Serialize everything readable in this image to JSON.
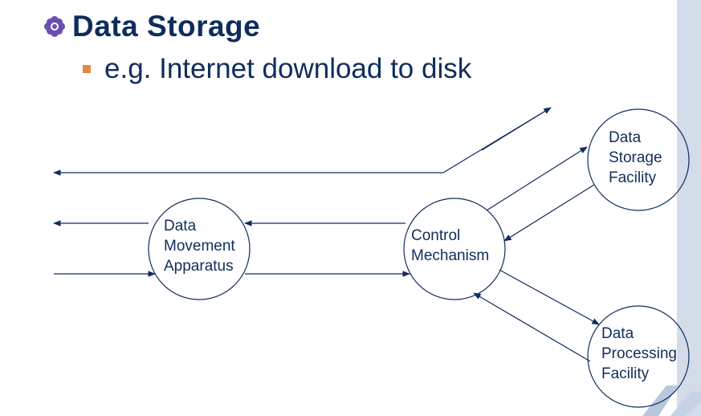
{
  "slide": {
    "title": "Data Storage",
    "bullet_text": "e.g. Internet download to disk",
    "title_icon": "flower-icon",
    "colors": {
      "text": "#0f2d5c",
      "bullet": "#e08a4a",
      "band": "#d3dce8",
      "icon": "#6a4fb0"
    }
  },
  "nodes": {
    "movement": {
      "line1": "Data",
      "line2": "Movement",
      "line3": "Apparatus"
    },
    "control": {
      "line1": "Control",
      "line2": "Mechanism"
    },
    "storage": {
      "line1": "Data",
      "line2": "Storage",
      "line3": "Facility"
    },
    "processing": {
      "line1": "Data",
      "line2": "Processing",
      "line3": "Facility"
    }
  }
}
